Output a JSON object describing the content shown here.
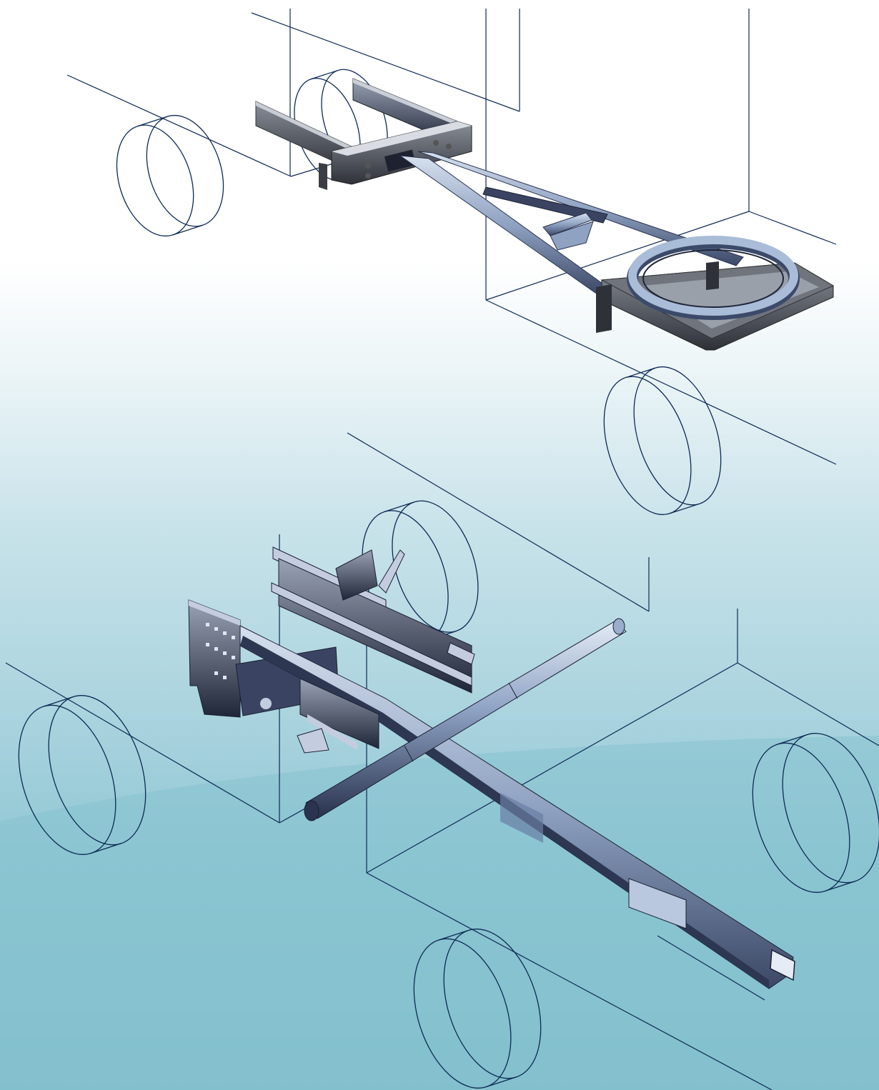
{
  "colors": {
    "background_top": "#ffffff",
    "background_bottom": "#7fbccb",
    "wireframe_line": "#0e2a55",
    "steel_light": "#b9c8de",
    "steel_mid": "#7e91b3",
    "steel_dark": "#2a3450"
  },
  "figures": [
    {
      "name": "drawbar-assembly-with-turntable",
      "parts": [
        "frame-rails",
        "coupling-plate",
        "a-frame-drawbar",
        "turntable-ring",
        "turntable-base"
      ]
    },
    {
      "name": "telescopic-chassis-assembly",
      "parts": [
        "vertical-mounting-plates",
        "cross-tube",
        "telescopic-beam"
      ]
    }
  ]
}
